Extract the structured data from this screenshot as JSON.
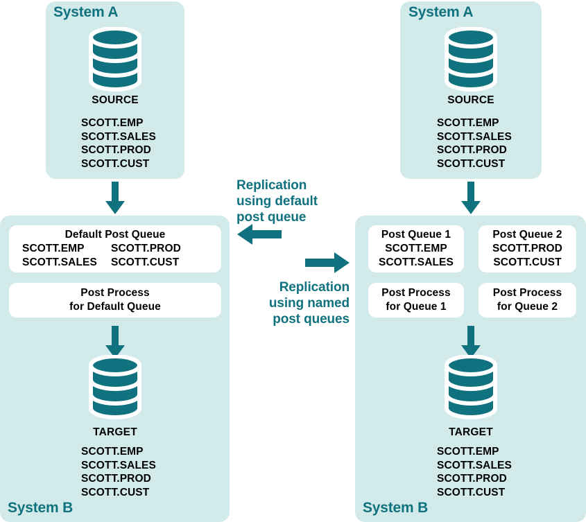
{
  "colors": {
    "teal": "#10727f",
    "panel_bg": "#d3eaea",
    "box_bg": "#ffffff",
    "text": "#000000"
  },
  "left_flow": {
    "system_a": {
      "title": "System A",
      "db_icon": "database-cylinder-icon",
      "db_label": "SOURCE",
      "tables": "SCOTT.EMP\nSCOTT.SALES\nSCOTT.PROD\nSCOTT.CUST"
    },
    "arrow_down_1": "down-arrow-icon",
    "system_b": {
      "title": "System B",
      "queue_box": {
        "header": "Default Post Queue",
        "col1": [
          "SCOTT.EMP",
          "SCOTT.SALES"
        ],
        "col2": [
          "SCOTT.PROD",
          "SCOTT.CUST"
        ]
      },
      "process_box": {
        "line1": "Post Process",
        "line2": "for Default Queue"
      },
      "arrow_down_2": "down-arrow-icon",
      "db_icon": "database-cylinder-icon",
      "db_label": "TARGET",
      "tables": "SCOTT.EMP\nSCOTT.SALES\nSCOTT.PROD\nSCOTT.CUST"
    }
  },
  "right_flow": {
    "system_a": {
      "title": "System A",
      "db_icon": "database-cylinder-icon",
      "db_label": "SOURCE",
      "tables": "SCOTT.EMP\nSCOTT.SALES\nSCOTT.PROD\nSCOTT.CUST"
    },
    "arrow_down_1": "down-arrow-icon",
    "system_b": {
      "title": "System B",
      "queue_box_1": {
        "header": "Post Queue 1",
        "lines": [
          "SCOTT.EMP",
          "SCOTT.SALES"
        ]
      },
      "queue_box_2": {
        "header": "Post Queue 2",
        "lines": [
          "SCOTT.PROD",
          "SCOTT.CUST"
        ]
      },
      "process_box_1": {
        "line1": "Post Process",
        "line2": "for Queue 1"
      },
      "process_box_2": {
        "line1": "Post Process",
        "line2": "for Queue 2"
      },
      "arrow_down_2": "down-arrow-icon",
      "db_icon": "database-cylinder-icon",
      "db_label": "TARGET",
      "tables": "SCOTT.EMP\nSCOTT.SALES\nSCOTT.PROD\nSCOTT.CUST"
    }
  },
  "center": {
    "left_caption": {
      "line1": "Replication",
      "line2": "using default",
      "line3": "post queue"
    },
    "left_arrow": "left-arrow-icon",
    "right_arrow": "right-arrow-icon",
    "right_caption": {
      "line1": "Replication",
      "line2": "using named",
      "line3": "post queues"
    }
  }
}
